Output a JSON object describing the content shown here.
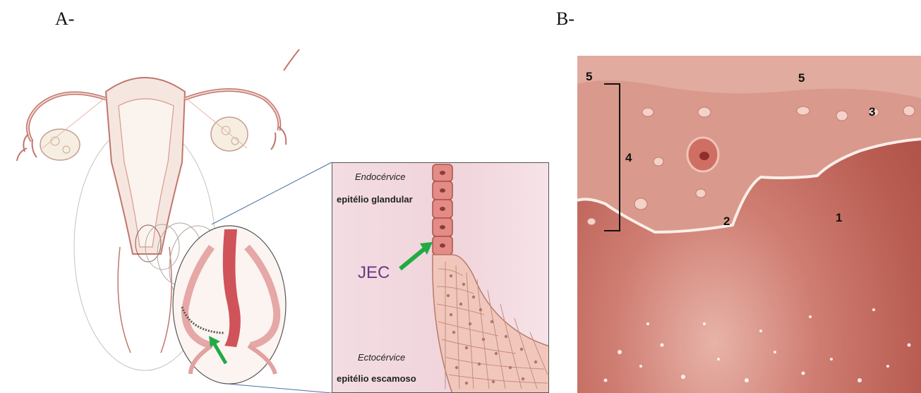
{
  "panels": {
    "a_label": "A-",
    "b_label": "B-"
  },
  "inset": {
    "endocervix_title": "Endocérvice",
    "endocervix_sub": "epitélio glandular",
    "ectocervix_title": "Ectocérvice",
    "ectocervix_sub": "epitélio escamoso",
    "junction_label": "JEC",
    "arrow_color": "#22aa44"
  },
  "photo_labels": {
    "n1": "1",
    "n2": "2",
    "n3": "3",
    "n4": "4",
    "n5a": "5",
    "n5b": "5"
  }
}
